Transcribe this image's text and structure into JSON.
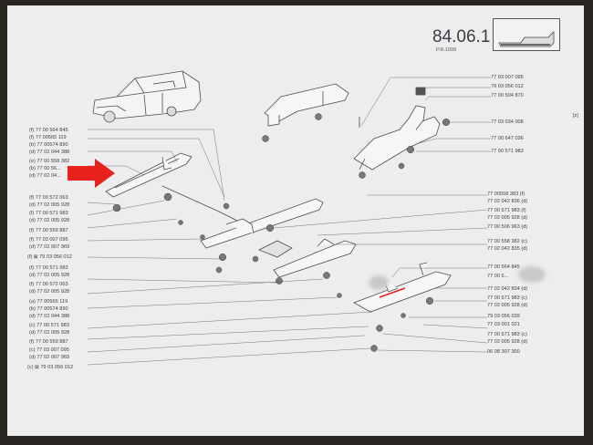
{
  "header": {
    "section": "84.06.1",
    "pr": "P.R.1009"
  },
  "z_mark": "[z]",
  "top_right_labels": [
    "77 03 007 095",
    "79 03 056 012",
    "77 00 504 870",
    "77 03 034 008",
    "77 00 647 036",
    "77 00 571 983"
  ],
  "left_labels": [
    "(f) 77 00 564 845",
    "(f) 77 00565 119",
    "(b) 77 00574 890",
    "(d) 77 02 044 388",
    "(e) 77 00 558 382",
    "(b) 77 00 56...",
    "(d) 77 02 04...",
    "(f) 77 00 572 063",
    "(d) 77 02 005 928",
    "(f) 77 00 571 983",
    "(d) 77 02 005 928",
    "(f) 77 00 559 887",
    "(f) 77 03 007 095",
    "(d) 77 02 007 969",
    "(f) ⊠ 79 03 056 012",
    "(f) 77 00 571 983",
    "(d) 77 02 005 928",
    "(f) 77 00 572 063",
    "(d) 77 02 005 928",
    "(a) 77 00565 119",
    "(b) 77 00574 890",
    "(d) 77 02 044 388",
    "(c) 77 00 571 983",
    "(d) 77 02 005 928",
    "(f) 77 00 559 887",
    "(c) 77 03 007 095",
    "(d) 77 02 007 969",
    "(c) ⊠ 79 03 056 012"
  ],
  "right_labels": [
    "77 00558 383 (f)",
    "77 02 042 836 (d)",
    "77 00 571 983 (f)",
    "77 02 005 928 (d)",
    "77 00 506 963 (d)",
    "77 00 558 382 (c)",
    "77 02 042 835 (d)",
    "77 00 564 845",
    "77 00 5...",
    "77 02 042 834 (d)",
    "77 00 571 983 (c)",
    "77 02 005 928 (d)",
    "79 03 056 039",
    "77 03 001 021",
    "77 00 571 983 (c)",
    "77 02 005 928 (d)",
    "06 08 307 300"
  ],
  "colors": {
    "paper": "#ecedec",
    "ink": "#3c3f45",
    "arrow": "#e8221c",
    "frame": "#2a2622"
  }
}
